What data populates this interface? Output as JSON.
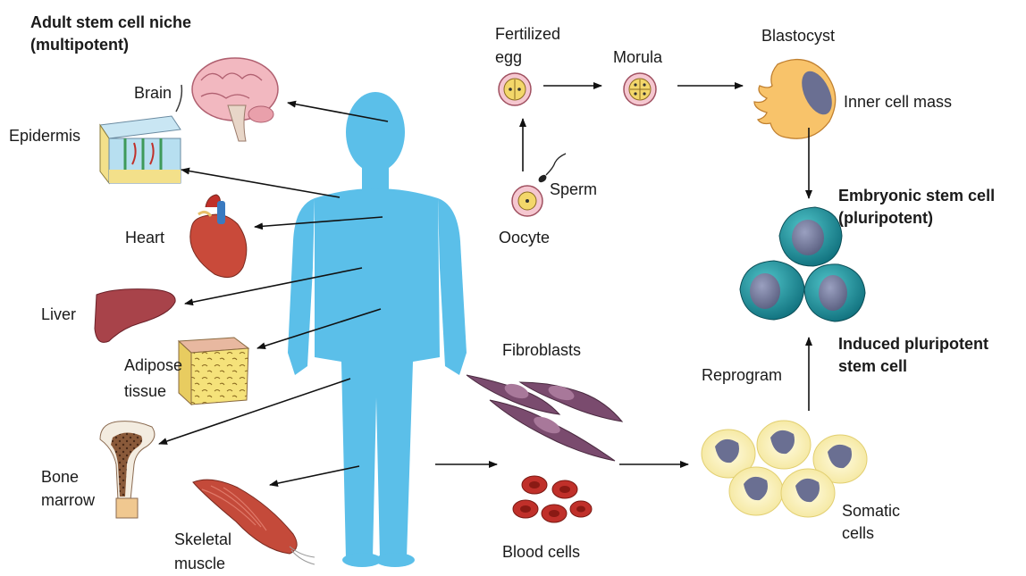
{
  "title": [
    "Adult stem cell niche",
    "(multipotent)"
  ],
  "organs": {
    "brain": "Brain",
    "epidermis": "Epidermis",
    "heart": "Heart",
    "liver": "Liver",
    "adipose": [
      "Adipose",
      "tissue"
    ],
    "bone_marrow": [
      "Bone",
      "marrow"
    ],
    "skeletal_muscle": [
      "Skeletal",
      "muscle"
    ]
  },
  "embryo": {
    "fertilized_egg": [
      "Fertilized",
      "egg"
    ],
    "morula": "Morula",
    "blastocyst": "Blastocyst",
    "inner_cell_mass": "Inner cell mass",
    "sperm": "Sperm",
    "oocyte": "Oocyte"
  },
  "esc": [
    "Embryonic stem cell",
    "(pluripotent)"
  ],
  "ipsc": [
    "Induced pluripotent",
    "stem cell"
  ],
  "reprogram": "Reprogram",
  "fibroblasts": "Fibroblasts",
  "blood_cells": "Blood cells",
  "somatic": [
    "Somatic",
    "cells"
  ],
  "colors": {
    "body": "#5bbfe9",
    "esc_cell": "#1f8e9a",
    "somatic_cell": "#fbf3b8",
    "nucleus": "#7a82a8",
    "blood": "#c0302a",
    "fibroblast": "#7a4b6e"
  }
}
